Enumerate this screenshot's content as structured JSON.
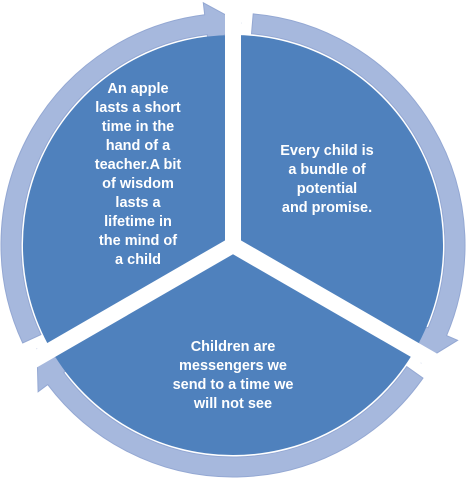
{
  "diagram": {
    "colors": {
      "segment": "#4f81bd",
      "arrow": "#a6b8dd",
      "arrow_edge": "#94a8d3",
      "gap": "#ffffff"
    },
    "segments": [
      {
        "id": "left",
        "text": "An apple\nlasts a short\ntime in the\nhand of a\nteacher.A bit\nof wisdom\nlasts a\nlifetime  in\nthe mind  of\na child"
      },
      {
        "id": "right",
        "text": "Every child is\na bundle of\npotential\nand promise."
      },
      {
        "id": "bottom",
        "text": "Children are\nmessengers we\nsend to a time we\nwill not see"
      }
    ]
  }
}
